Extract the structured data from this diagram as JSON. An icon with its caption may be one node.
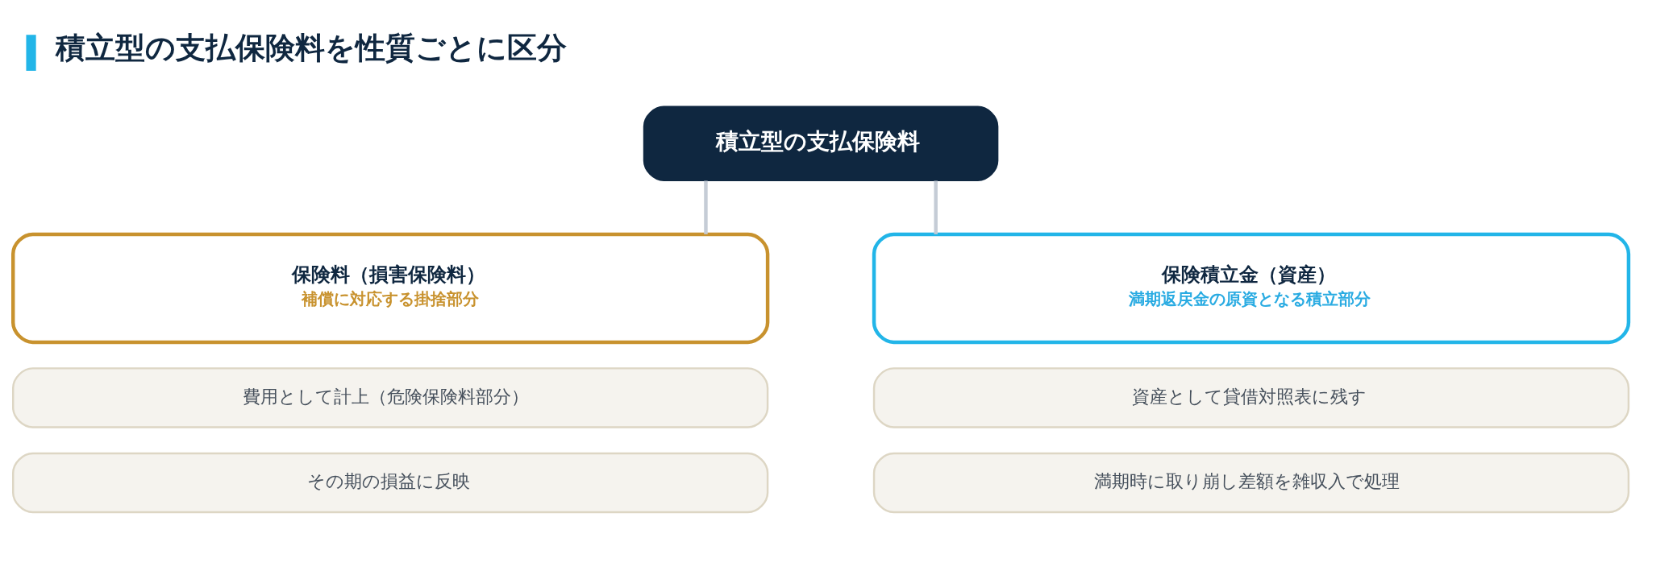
{
  "diagram": {
    "title": "積立型の支払保険料を性質ごとに区分",
    "nodes": [
      {
        "text": [
          "積立型の支払保険料"
        ]
      },
      {
        "text": [
          "保険料（損害保険料）",
          "補償に対応する掛捨部分"
        ]
      },
      {
        "text": [
          "費用として計上（危険保険料部分）"
        ]
      },
      {
        "text": [
          "その期の損益に反映"
        ]
      },
      {
        "text": [
          "保険積立金（資産）",
          "満期返戻金の原資となる積立部分"
        ]
      },
      {
        "text": [
          "資産として貸借対照表に残す"
        ]
      },
      {
        "text": [
          "満期時に取り崩し差額を雑収入で処理"
        ]
      }
    ],
    "edges": [
      {
        "from": 0,
        "to": 1,
        "arrow": "none"
      },
      {
        "from": 0,
        "to": 4,
        "arrow": "none"
      }
    ]
  }
}
